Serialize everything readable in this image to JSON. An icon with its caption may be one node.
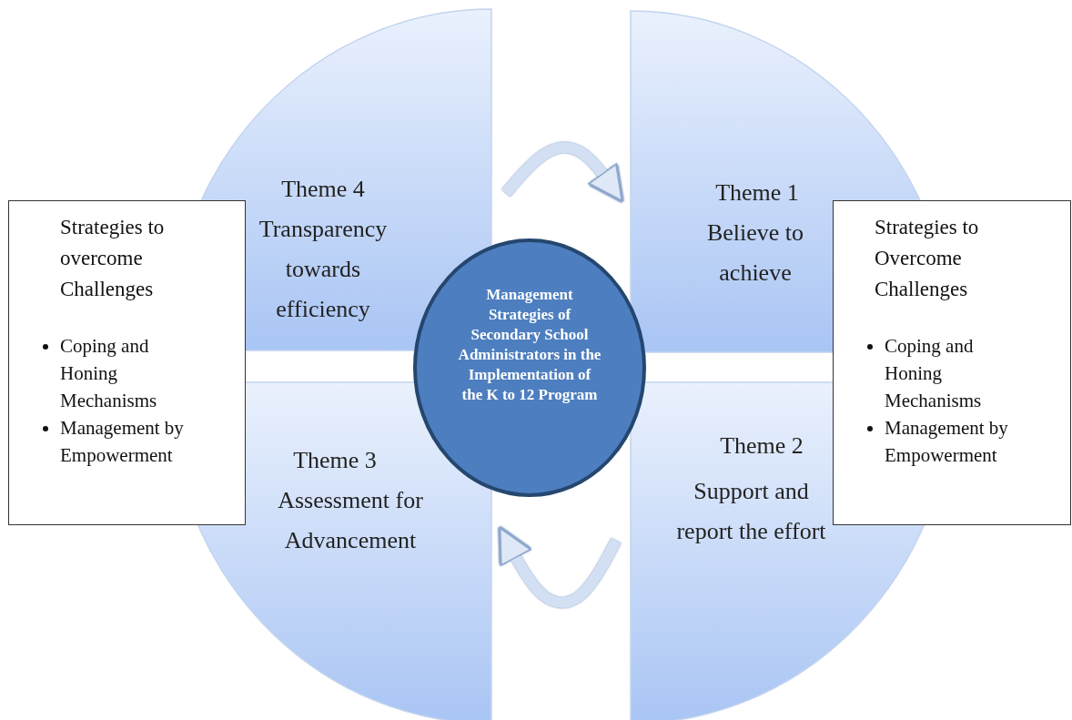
{
  "diagram": {
    "nodes": [
      {
        "text": [
          "Theme 4",
          "Transparency towards efficiency"
        ]
      },
      {
        "text": [
          "Theme 1",
          "Believe to achieve"
        ]
      },
      {
        "text": [
          "Theme 3",
          "Assessment for Advancement"
        ]
      },
      {
        "text": [
          "Theme 2",
          "Support and report the effort"
        ]
      },
      {
        "text": [
          "Management Strategies of Secondary School Administrators in the Implementation of the K to 12 Program"
        ]
      },
      {
        "text": [
          "Strategies to overcome Challenges",
          "Coping and Honing Mechanisms",
          "Management by Empowerment"
        ]
      },
      {
        "text": [
          "Strategies to Overcome Challenges",
          "Coping and Honing Mechanisms",
          "Management by Empowerment"
        ]
      }
    ],
    "edges": [
      {
        "from": 0,
        "to": 1,
        "arrow": "to"
      },
      {
        "from": 3,
        "to": 2,
        "arrow": "to"
      }
    ]
  }
}
